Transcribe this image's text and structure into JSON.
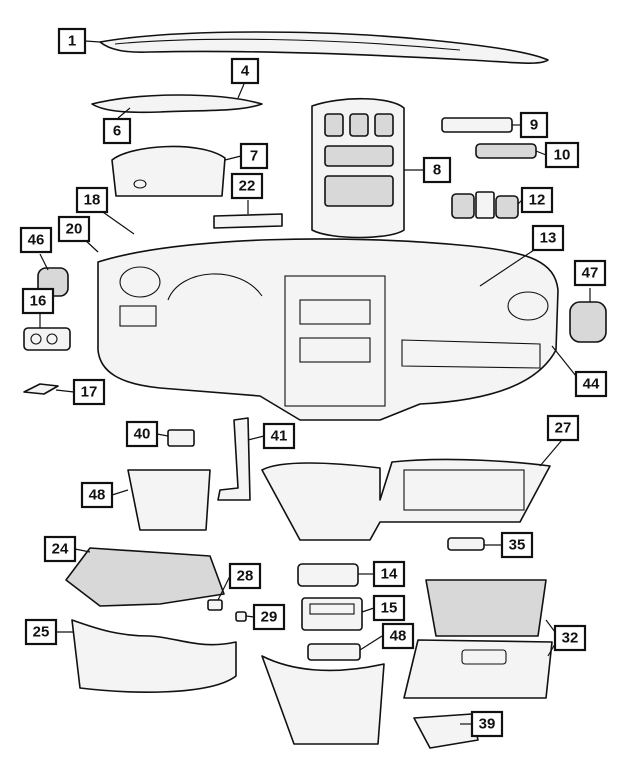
{
  "callouts": [
    {
      "id": "c1",
      "label": "1"
    },
    {
      "id": "c4",
      "label": "4"
    },
    {
      "id": "c6",
      "label": "6"
    },
    {
      "id": "c7",
      "label": "7"
    },
    {
      "id": "c8",
      "label": "8"
    },
    {
      "id": "c9",
      "label": "9"
    },
    {
      "id": "c10",
      "label": "10"
    },
    {
      "id": "c12",
      "label": "12"
    },
    {
      "id": "c13",
      "label": "13"
    },
    {
      "id": "c14",
      "label": "14"
    },
    {
      "id": "c15",
      "label": "15"
    },
    {
      "id": "c16",
      "label": "16"
    },
    {
      "id": "c17",
      "label": "17"
    },
    {
      "id": "c18",
      "label": "18"
    },
    {
      "id": "c20",
      "label": "20"
    },
    {
      "id": "c22",
      "label": "22"
    },
    {
      "id": "c24",
      "label": "24"
    },
    {
      "id": "c25",
      "label": "25"
    },
    {
      "id": "c27",
      "label": "27"
    },
    {
      "id": "c28",
      "label": "28"
    },
    {
      "id": "c29",
      "label": "29"
    },
    {
      "id": "c32",
      "label": "32"
    },
    {
      "id": "c35",
      "label": "35"
    },
    {
      "id": "c39",
      "label": "39"
    },
    {
      "id": "c40",
      "label": "40"
    },
    {
      "id": "c41",
      "label": "41"
    },
    {
      "id": "c44",
      "label": "44"
    },
    {
      "id": "c46",
      "label": "46"
    },
    {
      "id": "c47",
      "label": "47"
    },
    {
      "id": "c48a",
      "label": "48"
    },
    {
      "id": "c48b",
      "label": "48"
    }
  ]
}
